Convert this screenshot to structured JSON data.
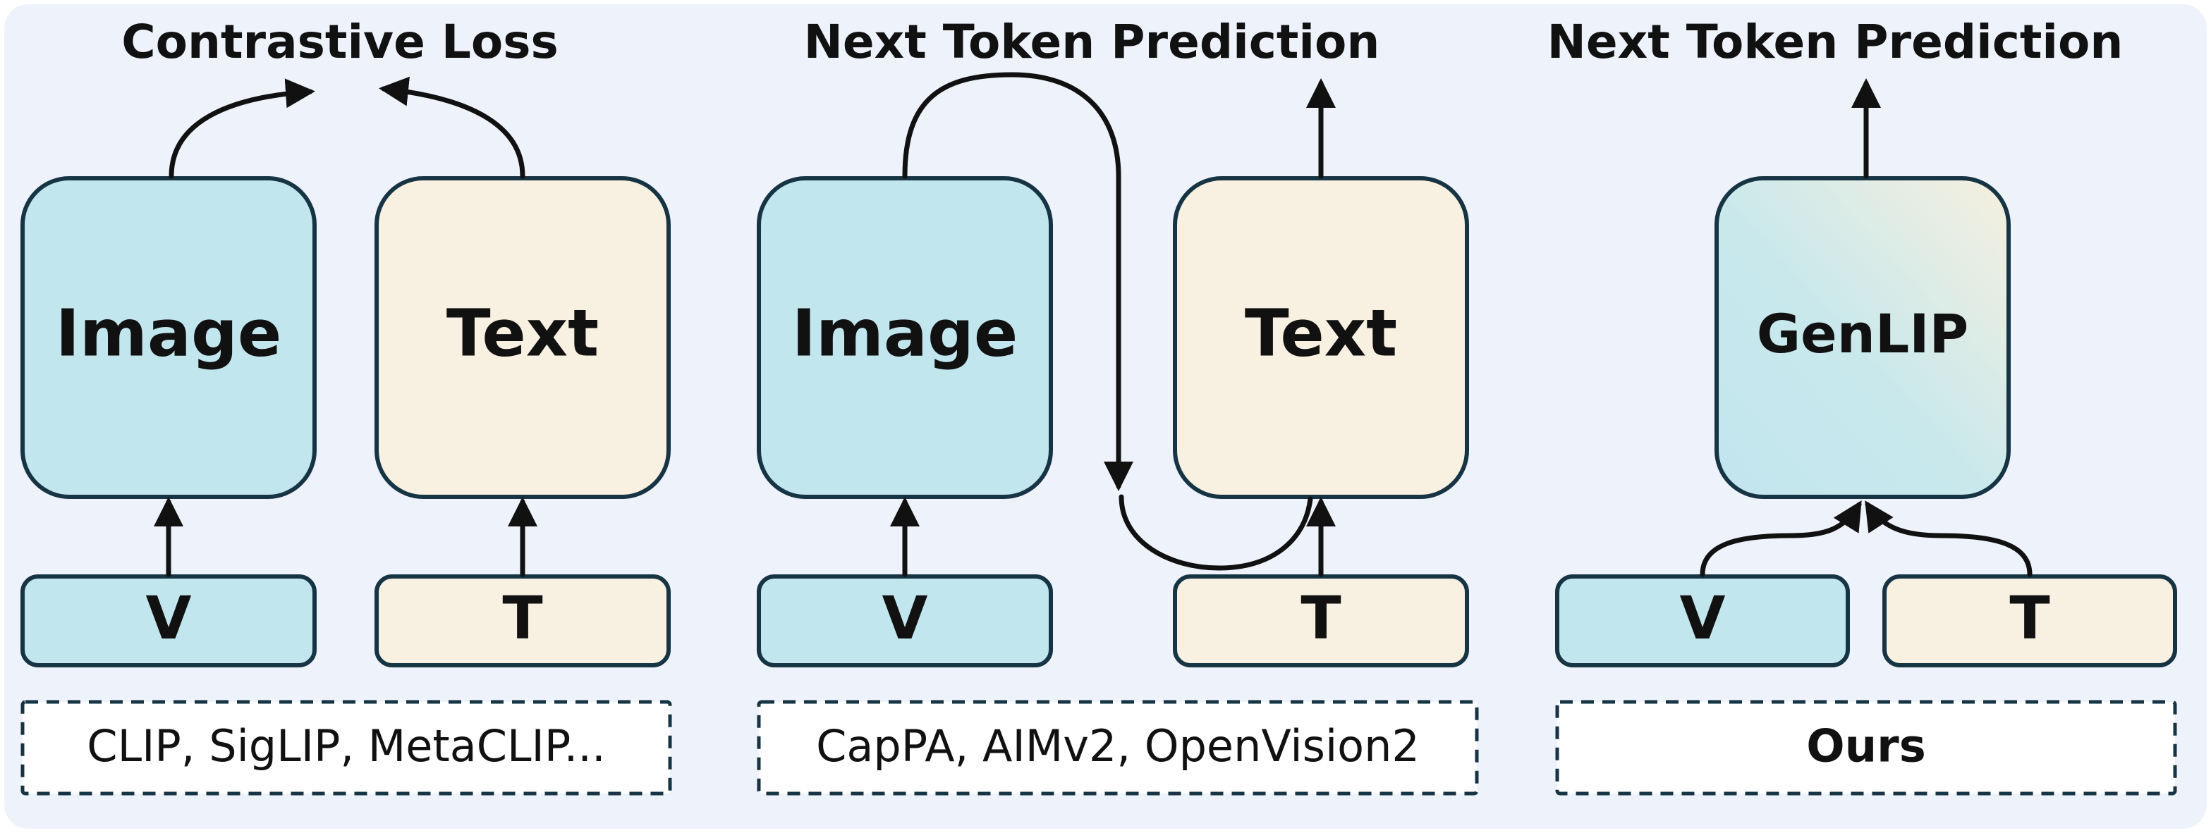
{
  "colors": {
    "panel_bg": "#eef2fb",
    "image_fill": "#c2e6ee",
    "text_fill": "#f8f0e0",
    "stroke": "#163443"
  },
  "panels": [
    {
      "title": "Contrastive Loss",
      "encoders": [
        "Image",
        "Text"
      ],
      "tokens": [
        "V",
        "T"
      ],
      "caption": "CLIP, SigLIP, MetaCLIP..."
    },
    {
      "title": "Next Token Prediction",
      "encoders": [
        "Image",
        "Text"
      ],
      "tokens": [
        "V",
        "T"
      ],
      "caption": "CapPA, AIMv2, OpenVision2"
    },
    {
      "title": "Next Token Prediction",
      "encoders": [
        "GenLIP"
      ],
      "tokens": [
        "V",
        "T"
      ],
      "caption": "Ours"
    }
  ]
}
